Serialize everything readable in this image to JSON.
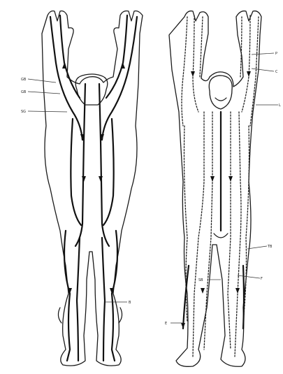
{
  "labels": {
    "left_a": "GB",
    "left_b": "GB",
    "left_c": "SG",
    "left_d": "B",
    "right_a": "P",
    "right_b": "C",
    "right_c": "L",
    "right_d": "TB",
    "right_e": "F",
    "right_f": "SB",
    "right_g": "E"
  }
}
